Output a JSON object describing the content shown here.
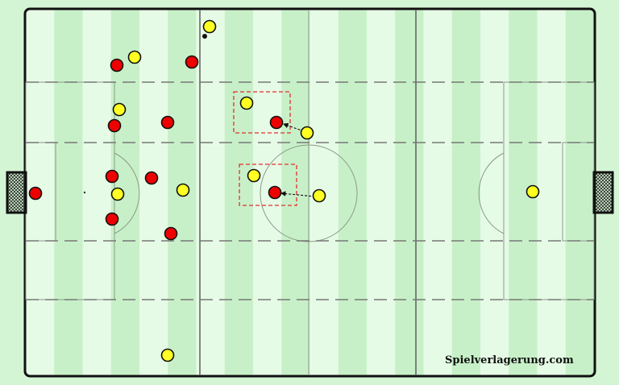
{
  "watermark": "Spielverlagerung.com",
  "colors": {
    "background": "#d4f5d4",
    "stripe_light": "#e6fbe6",
    "stripe_dark": "#c8f0c8",
    "boundary": "#111111",
    "field_lines": "#8a9a8a",
    "zone_lines": "#777777",
    "red_team": "#ee0000",
    "yellow_team": "#ffff22",
    "highlight_box": "#e03030"
  },
  "teams": {
    "red": {
      "name": "",
      "color_key": "red_team"
    },
    "yellow": {
      "name": "",
      "color_key": "yellow_team"
    }
  },
  "ball": {
    "near": "yellow-player-top"
  },
  "pressing_boxes": 2,
  "movement_arrows": 2
}
